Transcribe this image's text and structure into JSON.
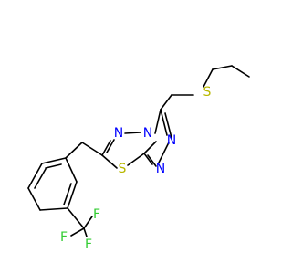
{
  "atoms": {
    "N_upper": "N",
    "N_bridge": "N",
    "N_right1": "N",
    "N_right2": "N",
    "S_ring": "S",
    "S_chain": "S",
    "F_top": "F",
    "F_left": "F",
    "F_bottom": "F"
  },
  "colors": {
    "bond": "#000000",
    "nitrogen": "#0000FF",
    "sulfur": "#B8B800",
    "fluorine": "#33CC33"
  }
}
